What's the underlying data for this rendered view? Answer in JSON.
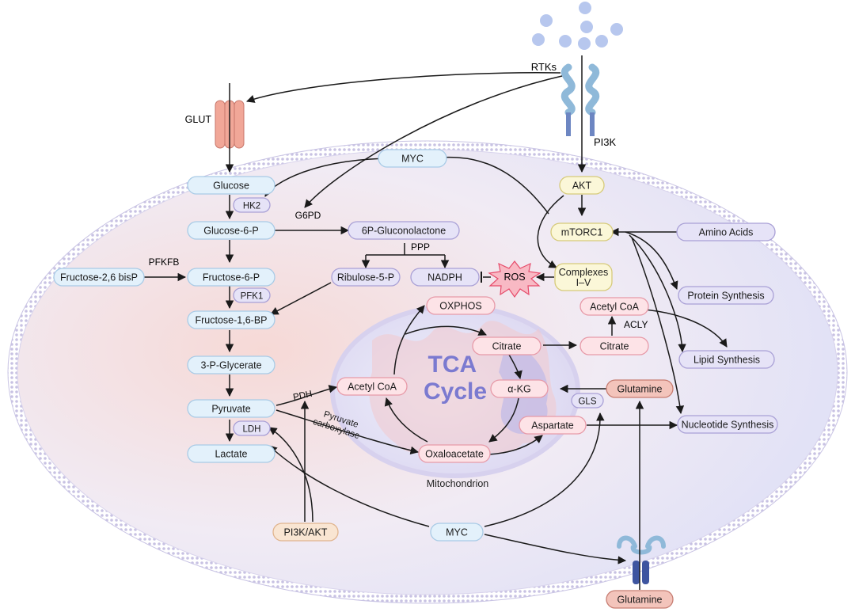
{
  "colors": {
    "blue_fill": "#e3f1fb",
    "blue_stroke": "#a9cbe6",
    "purple_fill": "#e6e3f7",
    "purple_stroke": "#a9a0d6",
    "pink_fill": "#fde3e7",
    "pink_stroke": "#e79aa8",
    "yellow_fill": "#fbf7d8",
    "yellow_stroke": "#d6ca7a",
    "tan_fill": "#f9e5d2",
    "tan_stroke": "#e0b48e",
    "salmon_fill": "#f3c4bb",
    "salmon_stroke": "#c77d72",
    "membrane": "#c9c4e4",
    "arrow": "#1a1a1a",
    "ros": "#e64b6a"
  },
  "labels": {
    "rtks": "RTKs",
    "pi3k": "PI3K",
    "glut": "GLUT",
    "pfkfb": "PFKFB",
    "g6pd": "G6PD",
    "ppp": "PPP",
    "pdh": "PDH",
    "acly": "ACLY",
    "pyruvate_carboxylase": "Pyruvate\ncarboxylase",
    "mitochondrion": "Mitochondrion",
    "tca": "TCA\nCycle",
    "ros": "ROS"
  },
  "nodes": {
    "myc_top": "MYC",
    "akt": "AKT",
    "mtorc1": "mTORC1",
    "complexes": "Complexes\nI–V",
    "amino_acids": "Amino Acids",
    "protein_synthesis": "Protein Synthesis",
    "lipid_synthesis": "Lipid Synthesis",
    "nucleotide_synthesis": "Nucleotide Synthesis",
    "glucose": "Glucose",
    "hk2": "HK2",
    "glucose6p": "Glucose-6-P",
    "gluconolactone": "6P-Gluconolactone",
    "ribulose5p": "Ribulose-5-P",
    "nadph": "NADPH",
    "fructose26": "Fructose-2,6 bisP",
    "fructose6p": "Fructose-6-P",
    "pfk1": "PFK1",
    "fructose16": "Fructose-1,6-BP",
    "glycerate": "3-P-Glycerate",
    "pyruvate": "Pyruvate",
    "ldh": "LDH",
    "lactate": "Lactate",
    "oxphos": "OXPHOS",
    "acetylcoa_mito": "Acetyl CoA",
    "citrate_mito": "Citrate",
    "akg": "α-KG",
    "oxaloacetate": "Oxaloacetate",
    "citrate_cyto": "Citrate",
    "acetylcoa_cyto": "Acetyl CoA",
    "glutamine_in": "Glutamine",
    "gls": "GLS",
    "aspartate": "Aspartate",
    "pi3k_akt": "PI3K/AKT",
    "myc_bottom": "MYC",
    "glutamine_out": "Glutamine"
  }
}
